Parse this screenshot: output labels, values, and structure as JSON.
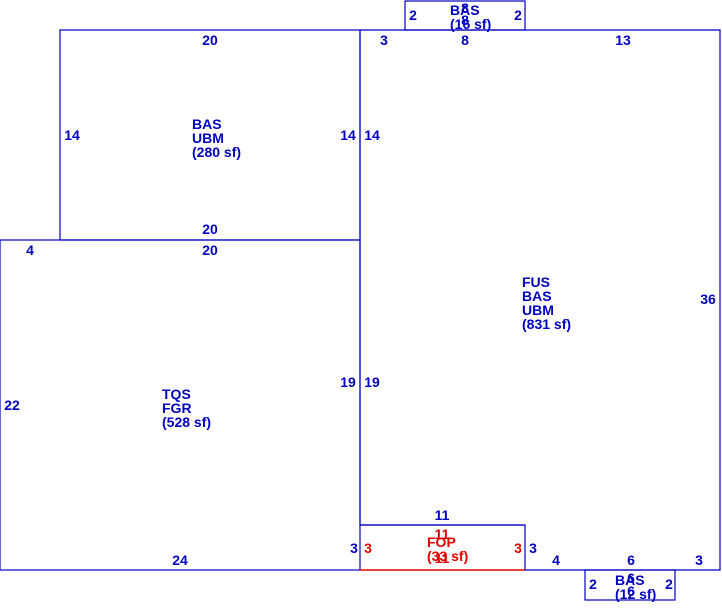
{
  "colors": {
    "line": "#0000c0",
    "text": "#0000c0",
    "fop_line": "#e00000",
    "fop_text": "#e00000",
    "background": "#ffffff"
  },
  "areas": {
    "bas_top_small": {
      "label_1": "BAS",
      "label_2": "(16 sf)"
    },
    "bas_ubm": {
      "label_1": "BAS",
      "label_2": "UBM",
      "label_3": "(280 sf)"
    },
    "fus_bas_ubm": {
      "label_1": "FUS",
      "label_2": "BAS",
      "label_3": "UBM",
      "label_4": "(831 sf)"
    },
    "tqs_fgr": {
      "label_1": "TQS",
      "label_2": "FGR",
      "label_3": "(528 sf)"
    },
    "fop": {
      "label_1": "FOP",
      "label_2": "(33 sf)"
    },
    "bas_bottom_small": {
      "label_1": "BAS",
      "label_2": "(12 sf)"
    }
  },
  "dimensions": {
    "top_small_left": "2",
    "top_small_right": "2",
    "top_small_mid": "8",
    "top_small_mid2": "8",
    "ubm_top": "20",
    "ubm_left": "14",
    "ubm_right": "14",
    "ubm_bottom": "20",
    "fus_top_left": "3",
    "fus_top_mid": "8",
    "fus_top_right": "13",
    "fus_left_upper": "14",
    "fus_right": "36",
    "fus_left_lower": "19",
    "fus_bottom_left_outer": "3",
    "fus_bottom_right_outer": "3",
    "fus_bottom_a": "4",
    "fus_bottom_b": "6",
    "fus_bottom_c": "3",
    "tqs_top_left": "4",
    "tqs_top": "20",
    "tqs_left": "22",
    "tqs_right": "19",
    "tqs_bottom": "24",
    "tqs_bottom_right": "3",
    "fop_top": "11",
    "fop_top_inner": "11",
    "fop_left": "3",
    "fop_right": "3",
    "fop_bottom": "11",
    "bottom_small_left": "2",
    "bottom_small_right": "2",
    "bottom_small_mid": "6",
    "bottom_small_mid2": "6"
  }
}
